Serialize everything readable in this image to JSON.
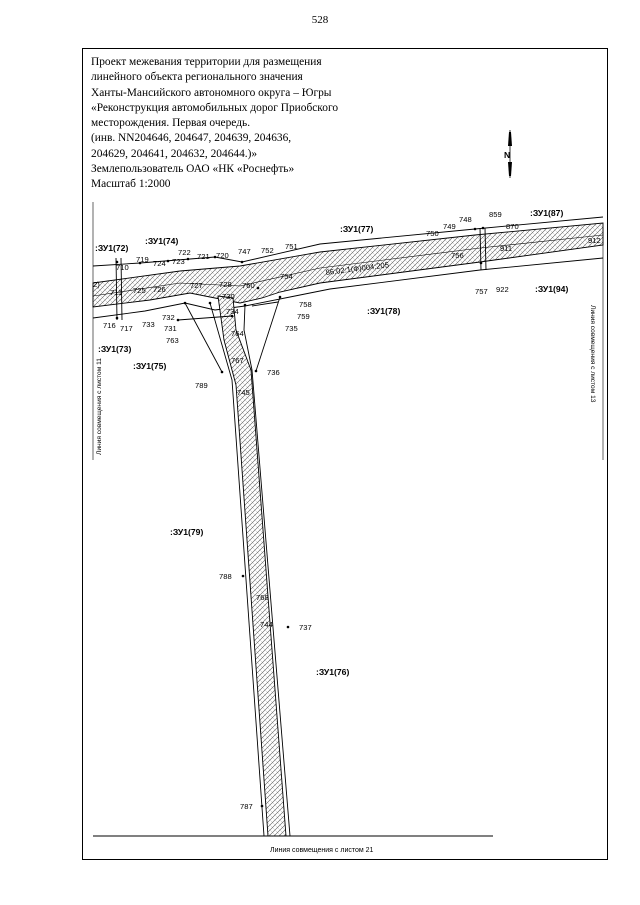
{
  "page_number": "528",
  "title_lines": [
    "Проект межевания территории для размещения",
    "линейного объекта регионального значения",
    " Ханты-Мансийского автономного округа – Югры",
    "«Реконструкция автомобильных дорог Приобского",
    "месторождения. Первая очередь.",
    "(инв. NN204646, 204647, 204639, 204636,",
    "204629, 204641, 204632, 204644.)»",
    "Землепользователь ОАО «НК «Роснефть»",
    "Масштаб 1:2000"
  ],
  "north_label": "N",
  "parcels": {
    "zu72": ":ЗУ1(72)",
    "zu74": ":ЗУ1(74)",
    "zu77": ":ЗУ1(77)",
    "zu87": ":ЗУ1(87)",
    "zu94": ":ЗУ1(94)",
    "zu78": ":ЗУ1(78)",
    "zu73": ":ЗУ1(73)",
    "zu75": ":ЗУ1(75)",
    "zu79": ":ЗУ1(79)",
    "zu76": ":ЗУ1(76)"
  },
  "road_marker": "86:02:1(Ф)004:205",
  "side_labels": {
    "left": "Линия совмещения с листом 11",
    "right": "Линия совмещения с листом 13",
    "bottom": "Линия совмещения с листом 21"
  },
  "points": {
    "p710": "710",
    "p719": "719",
    "p724": "724",
    "p723": "723",
    "p722": "722",
    "p721": "721",
    "p720": "720",
    "p747": "747",
    "p752": "752",
    "p751": "751",
    "p750": "750",
    "p749": "749",
    "p748": "748",
    "p859": "859",
    "p870": "870",
    "p912": "912",
    "p911": "911",
    "p756": "756",
    "p754": "754",
    "p760": "760",
    "p728": "728",
    "p727": "727",
    "p726": "726",
    "p725": "725",
    "p711": "711",
    "p2": "2)",
    "p716": "716",
    "p717": "717",
    "p733": "733",
    "p732": "732",
    "p731": "731",
    "p763": "763",
    "p730": "730",
    "p734": "734",
    "p764": "764",
    "p758": "758",
    "p759": "759",
    "p735": "735",
    "p757": "757",
    "p922": "922",
    "p767": "767",
    "p736": "736",
    "p789": "789",
    "p745": "745",
    "p788": "788",
    "p768": "768",
    "p744": "744",
    "p737": "737",
    "p787": "787"
  }
}
